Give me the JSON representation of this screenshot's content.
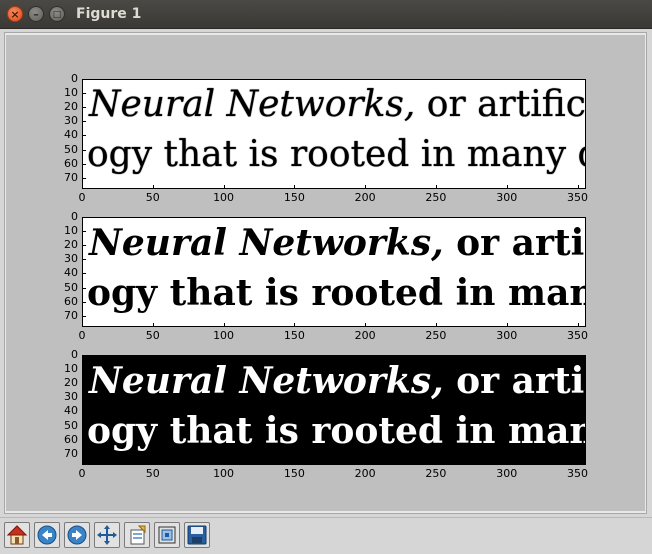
{
  "window": {
    "title": "Figure 1"
  },
  "image_text": {
    "line1_italic": "Neural Networks,",
    "line1_rest": " or artificial",
    "line2": "ogy that is rooted in many d"
  },
  "axes": {
    "y_ticks": [
      "0",
      "10",
      "20",
      "30",
      "40",
      "50",
      "60",
      "70"
    ],
    "x_ticks": [
      "0",
      "50",
      "100",
      "150",
      "200",
      "250",
      "300",
      "350"
    ]
  },
  "subplots": [
    {
      "style": "white-background-soft"
    },
    {
      "style": "white-background-binarized"
    },
    {
      "style": "black-background-inverted"
    }
  ],
  "toolbar": {
    "icons": [
      "home-icon",
      "back-arrow-icon",
      "forward-arrow-icon",
      "pan-move-icon",
      "configure-subplots-icon",
      "zoom-rect-icon",
      "save-disk-icon"
    ]
  }
}
